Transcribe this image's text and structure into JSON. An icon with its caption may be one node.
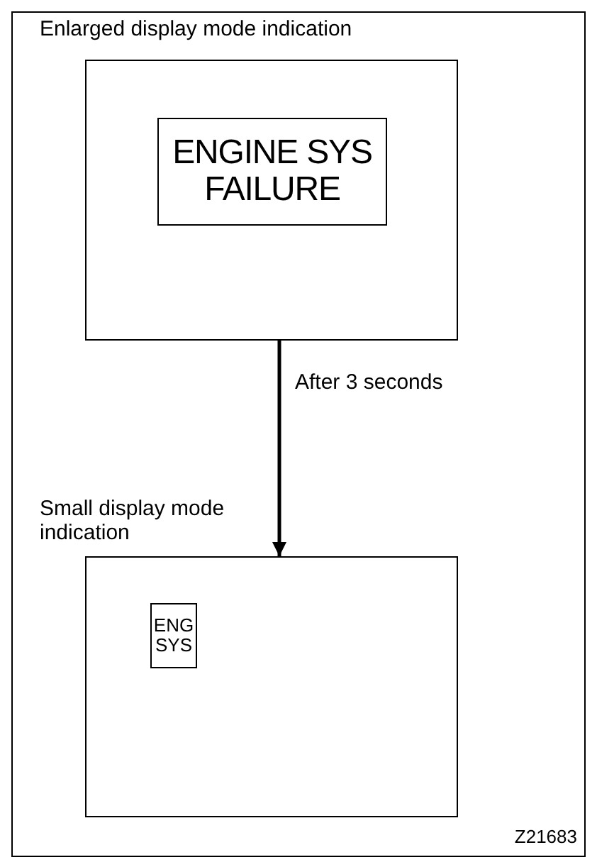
{
  "diagram": {
    "nodes": [
      {
        "text": [],
        "shape": "box",
        "beside": [
          "Enlarged display mode indication"
        ]
      },
      {
        "text": [
          "ENGINE SYS FAILURE"
        ],
        "in": 0
      },
      {
        "text": [],
        "shape": "box",
        "beside": [
          "Small display mode indication"
        ]
      },
      {
        "text": [
          "ENG SYS"
        ],
        "in": 2
      }
    ],
    "edges": [
      {
        "from": 0,
        "to": 2,
        "arrow": "to",
        "label": "After 3 seconds"
      }
    ],
    "labels": [
      "Z21683"
    ]
  }
}
